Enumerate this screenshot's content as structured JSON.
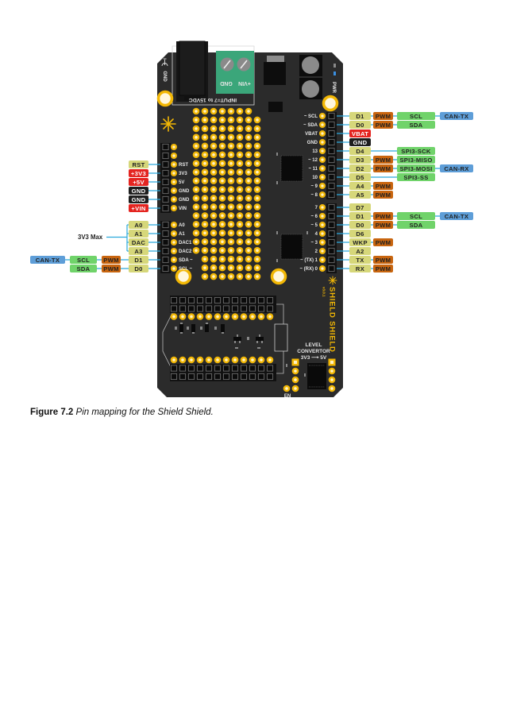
{
  "figure": {
    "number": "Figure 7.2",
    "caption": "Pin mapping for the Shield Shield."
  },
  "colors": {
    "digital": "#d6d77a",
    "pwm": "#c8650f",
    "function": "#70d36a",
    "can": "#5e9ed8",
    "power": "#e42420",
    "ground": "#1e1e1e",
    "line": "#2aa8dc",
    "board": "#2b2b2b",
    "gold": "#f2b705",
    "terminal": "#3ba67a"
  },
  "board": {
    "jack_label": "GND",
    "terminal_labels": [
      "GND",
      "+VIN"
    ],
    "input_label": "INPUT=7 to 15VDC",
    "pwr_label": "PWR",
    "name": "SHIELD SHIELD",
    "version": "v3.0.1",
    "level_converter": [
      "LEVEL",
      "CONVERTOR",
      "3V3 ⟶ 5V"
    ],
    "en_label": "EN"
  },
  "annotation": {
    "max_voltage_note": "3V3 Max"
  },
  "right_header": [
    {
      "pin": "~ SCL",
      "labels": [
        {
          "text": "D1",
          "type": "digital"
        },
        {
          "text": "PWM",
          "type": "pwm"
        },
        {
          "text": "SCL",
          "type": "function"
        },
        {
          "text": "CAN-TX",
          "type": "can"
        }
      ]
    },
    {
      "pin": "~ SDA",
      "labels": [
        {
          "text": "D0",
          "type": "digital"
        },
        {
          "text": "PWM",
          "type": "pwm"
        },
        {
          "text": "SDA",
          "type": "function"
        }
      ]
    },
    {
      "pin": "VBAT",
      "labels": [
        {
          "text": "VBAT",
          "type": "power"
        }
      ]
    },
    {
      "pin": "GND",
      "labels": [
        {
          "text": "GND",
          "type": "ground"
        }
      ]
    },
    {
      "pin": "13",
      "labels": [
        {
          "text": "D4",
          "type": "digital"
        },
        {
          "text": "SPI3-SCK",
          "type": "function"
        }
      ]
    },
    {
      "pin": "~ 12",
      "labels": [
        {
          "text": "D3",
          "type": "digital"
        },
        {
          "text": "PWM",
          "type": "pwm"
        },
        {
          "text": "SPI3-MISO",
          "type": "function"
        }
      ]
    },
    {
      "pin": "~ 11",
      "labels": [
        {
          "text": "D2",
          "type": "digital"
        },
        {
          "text": "PWM",
          "type": "pwm"
        },
        {
          "text": "SPI3-MOSI",
          "type": "function"
        },
        {
          "text": "CAN-RX",
          "type": "can"
        }
      ]
    },
    {
      "pin": "10",
      "labels": [
        {
          "text": "D5",
          "type": "digital"
        },
        {
          "text": "SPI3-SS",
          "type": "function"
        }
      ]
    },
    {
      "pin": "~ 9",
      "labels": [
        {
          "text": "A4",
          "type": "digital"
        },
        {
          "text": "PWM",
          "type": "pwm"
        }
      ]
    },
    {
      "pin": "~ 8",
      "labels": [
        {
          "text": "A5",
          "type": "digital"
        },
        {
          "text": "PWM",
          "type": "pwm"
        }
      ]
    },
    {
      "pin": "7",
      "labels": [
        {
          "text": "D7",
          "type": "digital"
        }
      ]
    },
    {
      "pin": "~ 6",
      "labels": [
        {
          "text": "D1",
          "type": "digital"
        },
        {
          "text": "PWM",
          "type": "pwm"
        },
        {
          "text": "SCL",
          "type": "function"
        },
        {
          "text": "CAN-TX",
          "type": "can"
        }
      ]
    },
    {
      "pin": "~ 5",
      "labels": [
        {
          "text": "D0",
          "type": "digital"
        },
        {
          "text": "PWM",
          "type": "pwm"
        },
        {
          "text": "SDA",
          "type": "function"
        }
      ]
    },
    {
      "pin": "4",
      "labels": [
        {
          "text": "D6",
          "type": "digital"
        }
      ]
    },
    {
      "pin": "~ 3",
      "labels": [
        {
          "text": "WKP",
          "type": "digital"
        },
        {
          "text": "PWM",
          "type": "pwm"
        }
      ]
    },
    {
      "pin": "2",
      "labels": [
        {
          "text": "A2",
          "type": "digital"
        }
      ]
    },
    {
      "pin": "~ (TX) 1",
      "labels": [
        {
          "text": "TX",
          "type": "digital"
        },
        {
          "text": "PWM",
          "type": "pwm"
        }
      ]
    },
    {
      "pin": "~ (RX) 0",
      "labels": [
        {
          "text": "RX",
          "type": "digital"
        },
        {
          "text": "PWM",
          "type": "pwm"
        }
      ]
    }
  ],
  "left_header": [
    {
      "pin": "",
      "labels": []
    },
    {
      "pin": "",
      "labels": []
    },
    {
      "pin": "RST",
      "labels": [
        {
          "text": "RST",
          "type": "reset"
        }
      ]
    },
    {
      "pin": "3V3",
      "labels": [
        {
          "text": "+3V3",
          "type": "power"
        }
      ]
    },
    {
      "pin": "5V",
      "labels": [
        {
          "text": "+5V",
          "type": "power"
        }
      ]
    },
    {
      "pin": "GND",
      "labels": [
        {
          "text": "GND",
          "type": "ground"
        }
      ]
    },
    {
      "pin": "GND",
      "labels": [
        {
          "text": "GND",
          "type": "ground"
        }
      ]
    },
    {
      "pin": "VIN",
      "labels": [
        {
          "text": "+VIN",
          "type": "power"
        }
      ]
    },
    {
      "pin": "A0",
      "labels": [
        {
          "text": "A0",
          "type": "digital"
        }
      ]
    },
    {
      "pin": "A1",
      "labels": [
        {
          "text": "A1",
          "type": "digital"
        }
      ]
    },
    {
      "pin": "DAC1",
      "labels": [
        {
          "text": "DAC",
          "type": "digital"
        }
      ]
    },
    {
      "pin": "DAC2",
      "labels": [
        {
          "text": "A3",
          "type": "digital"
        }
      ]
    },
    {
      "pin": "SDA ~",
      "labels": [
        {
          "text": "D1",
          "type": "digital"
        },
        {
          "text": "PWM",
          "type": "pwm"
        },
        {
          "text": "SCL",
          "type": "function"
        },
        {
          "text": "CAN-TX",
          "type": "can"
        }
      ]
    },
    {
      "pin": "SCL ~",
      "labels": [
        {
          "text": "D0",
          "type": "digital"
        },
        {
          "text": "PWM",
          "type": "pwm"
        },
        {
          "text": "SDA",
          "type": "function"
        }
      ]
    }
  ]
}
